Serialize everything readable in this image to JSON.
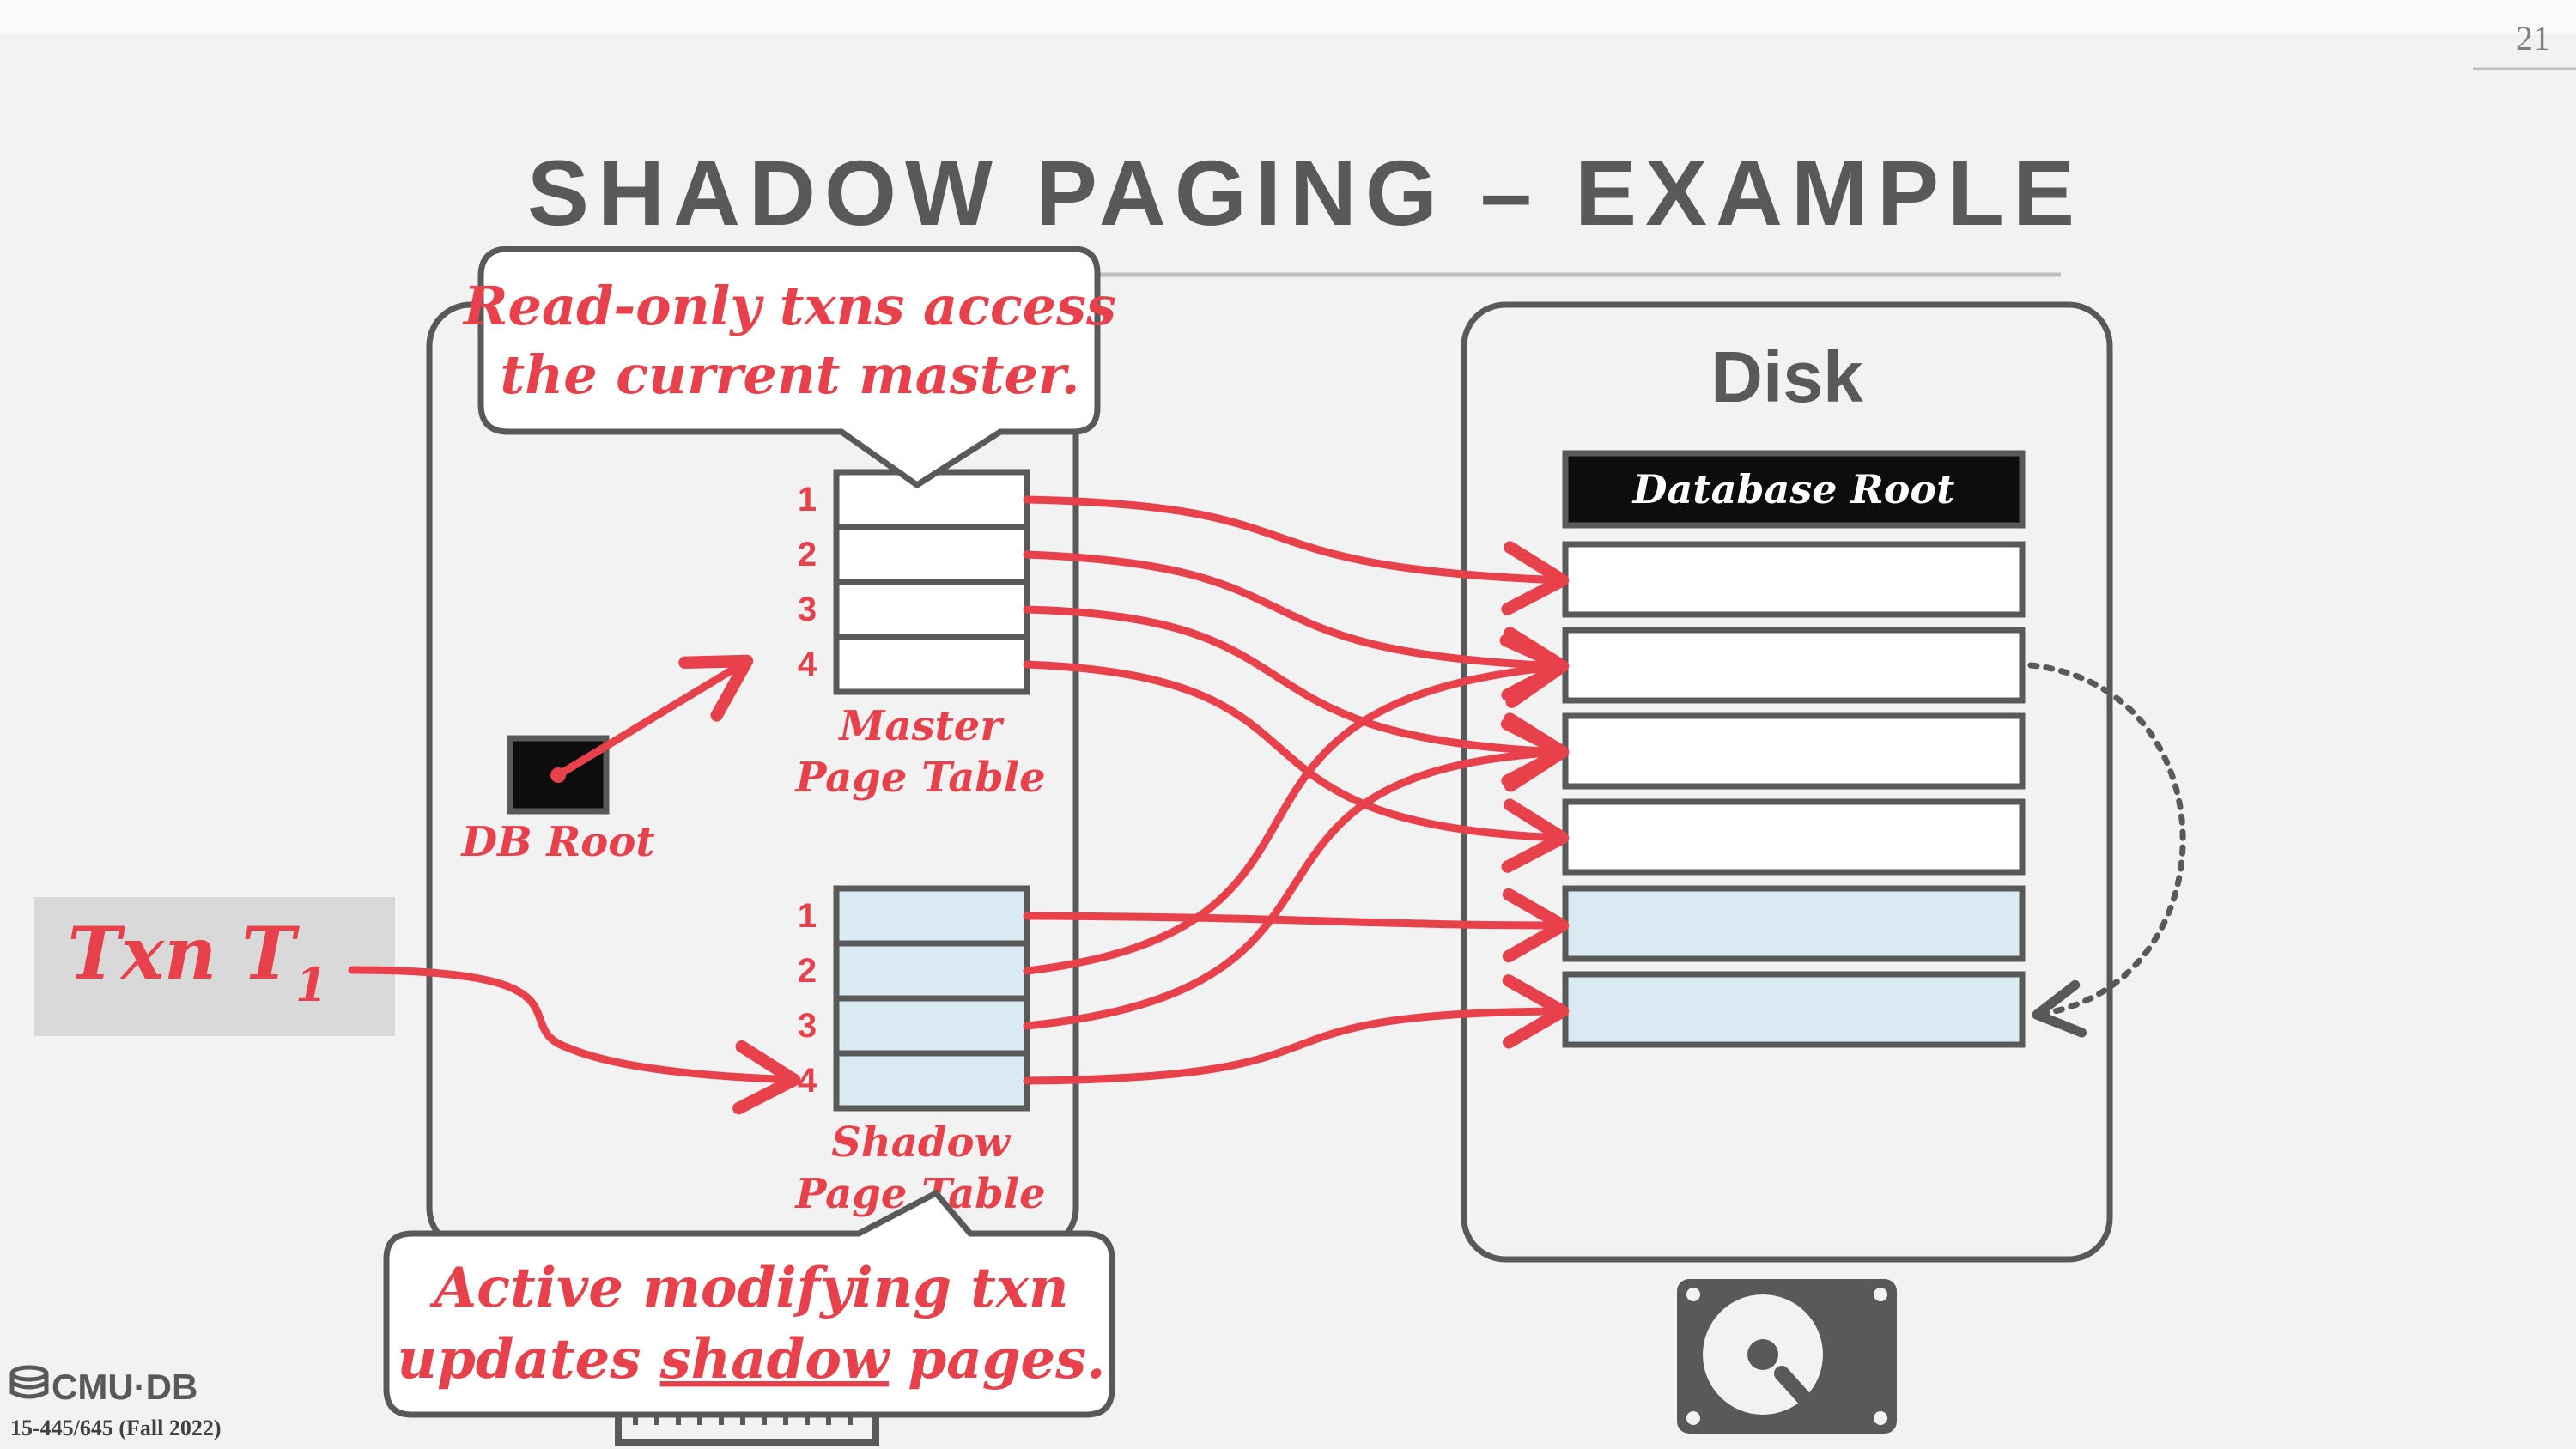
{
  "slide": {
    "number": "21",
    "title": "SHADOW PAGING – EXAMPLE",
    "footer_logo": "CMU·DB",
    "footer_course": "15-445/645 (Fall 2022)"
  },
  "memory": {
    "db_root_label": "DB Root",
    "master_table": {
      "row_labels": [
        "1",
        "2",
        "3",
        "4"
      ],
      "label_line1": "Master",
      "label_line2": "Page Table"
    },
    "shadow_table": {
      "row_labels": [
        "1",
        "2",
        "3",
        "4"
      ],
      "label_line1": "Shadow",
      "label_line2": "Page Table"
    }
  },
  "txn": {
    "label_main": "Txn T",
    "label_sub": "1"
  },
  "disk": {
    "title": "Disk",
    "database_root_label": "Database Root"
  },
  "callouts": {
    "top_line1": "Read-only txns access",
    "top_line2": "the current master.",
    "bottom_line1": "Active modifying txn",
    "bottom_line2_pre": "updates ",
    "bottom_line2_underlined": "shadow",
    "bottom_line2_post": " pages."
  },
  "icons": {
    "disk_icon": "hard-drive-icon",
    "memory_icon": "memory-chip-icon",
    "logo_icon": "database-icon"
  },
  "colors": {
    "accent_red": "#e8414b",
    "dark_gray": "#595959",
    "shadow_fill": "#daeaf2",
    "background": "#f2f2f2",
    "txn_box": "#d9d9d9"
  }
}
